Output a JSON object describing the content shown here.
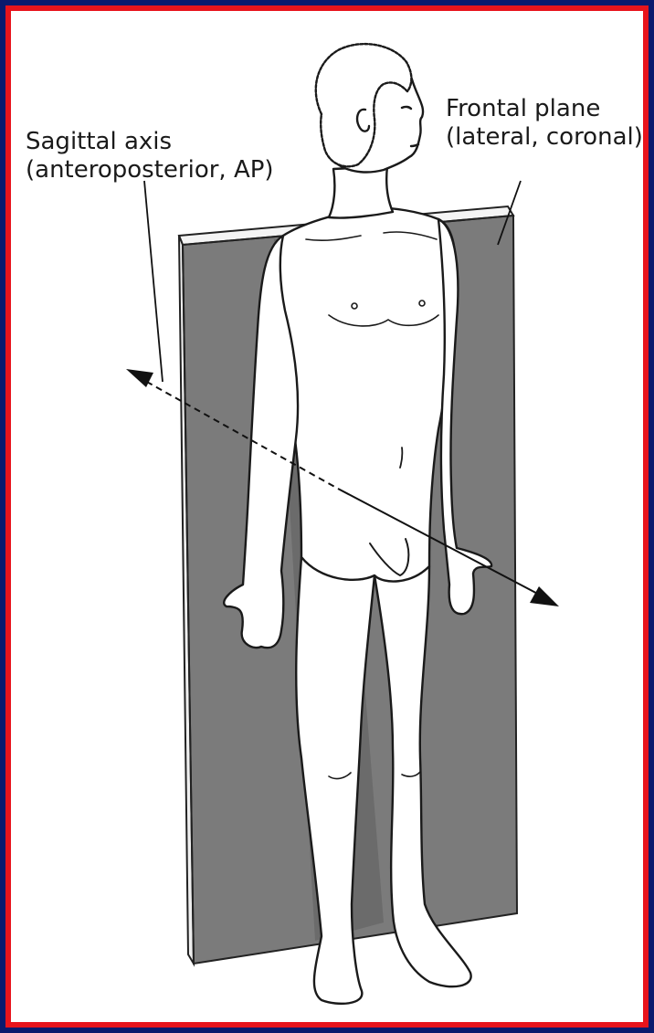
{
  "labels": {
    "sagittal_axis": {
      "line1": "Sagittal axis",
      "line2": "(anteroposterior, AP)"
    },
    "frontal_plane": {
      "line1": "Frontal plane",
      "line2": "(lateral, coronal)"
    }
  },
  "colors": {
    "outer_border": "#0a1a6e",
    "inner_border": "#e8141c",
    "background": "#ffffff",
    "plane": "#7a7a7a",
    "ink": "#1a1a1a"
  }
}
